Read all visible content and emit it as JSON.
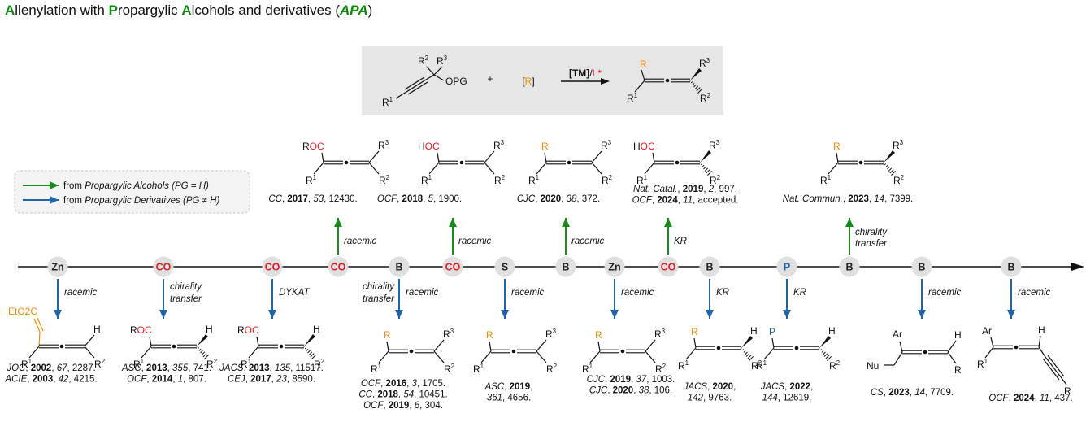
{
  "title": {
    "parts": [
      {
        "text": "A",
        "style": "g"
      },
      {
        "text": "llenylation with ",
        "style": ""
      },
      {
        "text": "P",
        "style": "g"
      },
      {
        "text": "ropargylic ",
        "style": ""
      },
      {
        "text": "A",
        "style": "g"
      },
      {
        "text": "lcohols and derivatives (",
        "style": ""
      },
      {
        "text": "APA",
        "style": "gi"
      },
      {
        "text": ")",
        "style": ""
      }
    ]
  },
  "scheme": {
    "opg": "OPG",
    "plus": "+",
    "reagent": "R",
    "cond_tm": "[TM]",
    "cond_sep": "/",
    "cond_l": "L*"
  },
  "legend": [
    {
      "prefix": "from ",
      "italic": "Propargylic Alcohols (PG = H)",
      "color": "#1a8a1a"
    },
    {
      "prefix": "from ",
      "italic": "Propargylic Derivatives (PG ≠ H)",
      "color": "#1f63a8"
    }
  ],
  "colors": {
    "green": "#1a8a1a",
    "blue": "#1f63a8",
    "orange": "#e8900a",
    "red": "#d8232a",
    "node": "#e0e0e0",
    "scheme_bg": "#e6e6e6"
  },
  "timeline": {
    "nodes": [
      {
        "label": "Zn",
        "color": "#222"
      },
      {
        "label": "CO",
        "color": "#d8232a"
      },
      {
        "label": "CO",
        "color": "#d8232a"
      },
      {
        "label": "CO",
        "color": "#d8232a"
      },
      {
        "label": "B",
        "color": "#222"
      },
      {
        "label": "CO",
        "color": "#d8232a"
      },
      {
        "label": "S",
        "color": "#222"
      },
      {
        "label": "B",
        "color": "#222"
      },
      {
        "label": "Zn",
        "color": "#222"
      },
      {
        "label": "CO",
        "color": "#d8232a"
      },
      {
        "label": "B",
        "color": "#222"
      },
      {
        "label": "P",
        "color": "#1f63a8"
      },
      {
        "label": "B",
        "color": "#222"
      },
      {
        "label": "B",
        "color": "#222"
      },
      {
        "label": "B",
        "color": "#222"
      }
    ]
  },
  "top_arrows": [
    {
      "label1": "racemic",
      "label2": ""
    },
    {
      "label1": "racemic",
      "label2": ""
    },
    {
      "label1": "racemic",
      "label2": ""
    },
    {
      "label1": "KR",
      "label2": ""
    },
    {
      "label1": "chirality",
      "label2": "transfer"
    }
  ],
  "bottom_arrows": [
    {
      "label1": "racemic",
      "label2": ""
    },
    {
      "label1": "chirality",
      "label2": "transfer"
    },
    {
      "label1": "DYKAT",
      "label2": ""
    },
    {
      "label1": "racemic",
      "label2": "",
      "extra1": "chirality",
      "extra2": "transfer"
    },
    {
      "label1": "racemic",
      "label2": ""
    },
    {
      "label1": "racemic",
      "label2": ""
    },
    {
      "label1": "KR",
      "label2": ""
    },
    {
      "label1": "KR",
      "label2": ""
    },
    {
      "label1": "racemic",
      "label2": ""
    },
    {
      "label1": "racemic",
      "label2": ""
    }
  ],
  "top_products": [
    {
      "group": "ROOC",
      "groupColor": "red"
    },
    {
      "group": "HOOC",
      "groupColor": "red"
    },
    {
      "group": "R",
      "groupColor": "orange"
    },
    {
      "group": "HOOC",
      "groupColor": "red"
    },
    {
      "group": "R",
      "groupColor": "orange"
    }
  ],
  "top_refs": [
    {
      "lines": [
        [
          [
            "i",
            "CC"
          ],
          [
            "n",
            ", "
          ],
          [
            "b",
            "2017"
          ],
          [
            "n",
            ", "
          ],
          [
            "i",
            "53"
          ],
          [
            "n",
            ", 12430."
          ]
        ]
      ]
    },
    {
      "lines": [
        [
          [
            "i",
            "OCF"
          ],
          [
            "n",
            ", "
          ],
          [
            "b",
            "2018"
          ],
          [
            "n",
            ", "
          ],
          [
            "i",
            "5"
          ],
          [
            "n",
            ", 1900."
          ]
        ]
      ]
    },
    {
      "lines": [
        [
          [
            "i",
            "CJC"
          ],
          [
            "n",
            ", "
          ],
          [
            "b",
            "2020"
          ],
          [
            "n",
            ", "
          ],
          [
            "i",
            "38"
          ],
          [
            "n",
            ", 372."
          ]
        ]
      ]
    },
    {
      "lines": [
        [
          [
            "i",
            "Nat. Catal."
          ],
          [
            "n",
            ", "
          ],
          [
            "b",
            "2019"
          ],
          [
            "n",
            ", "
          ],
          [
            "i",
            "2"
          ],
          [
            "n",
            ", 997."
          ]
        ],
        [
          [
            "i",
            "OCF"
          ],
          [
            "n",
            ", "
          ],
          [
            "b",
            "2024"
          ],
          [
            "n",
            ", "
          ],
          [
            "i",
            "11"
          ],
          [
            "n",
            ", accepted."
          ]
        ]
      ]
    },
    {
      "lines": [
        [
          [
            "i",
            "Nat. Commun."
          ],
          [
            "n",
            ", "
          ],
          [
            "b",
            "2023"
          ],
          [
            "n",
            ", "
          ],
          [
            "i",
            "14"
          ],
          [
            "n",
            ", 7399."
          ]
        ]
      ]
    }
  ],
  "bottom_products": [
    {
      "group": "EtO2C",
      "groupColor": "orange"
    },
    {
      "group": "ROOC",
      "groupColor": "red"
    },
    {
      "group": "ROOC",
      "groupColor": "red"
    },
    {
      "group": "R",
      "groupColor": "orange"
    },
    {
      "group": "R",
      "groupColor": "orange"
    },
    {
      "group": "R",
      "groupColor": "orange"
    },
    {
      "group": "R",
      "groupColor": "orange"
    },
    {
      "group": "P",
      "groupColor": "blue"
    },
    {
      "group": "Ar",
      "groupColor": "black"
    },
    {
      "group": "Ar",
      "groupColor": "black"
    }
  ],
  "bottom_refs": [
    {
      "lines": [
        [
          [
            "i",
            "JOC"
          ],
          [
            "n",
            ", "
          ],
          [
            "b",
            "2002"
          ],
          [
            "n",
            ", "
          ],
          [
            "i",
            "67"
          ],
          [
            "n",
            ", 2287."
          ]
        ],
        [
          [
            "i",
            "ACIE"
          ],
          [
            "n",
            ", "
          ],
          [
            "b",
            "2003"
          ],
          [
            "n",
            ", "
          ],
          [
            "i",
            "42"
          ],
          [
            "n",
            ", 4215."
          ]
        ]
      ]
    },
    {
      "lines": [
        [
          [
            "i",
            "ASC"
          ],
          [
            "n",
            ", "
          ],
          [
            "b",
            "2013"
          ],
          [
            "n",
            ", "
          ],
          [
            "i",
            "355"
          ],
          [
            "n",
            ", 741."
          ]
        ],
        [
          [
            "i",
            "OCF"
          ],
          [
            "n",
            ", "
          ],
          [
            "b",
            "2014"
          ],
          [
            "n",
            ", "
          ],
          [
            "i",
            "1"
          ],
          [
            "n",
            ", 807."
          ]
        ]
      ]
    },
    {
      "lines": [
        [
          [
            "i",
            "JACS"
          ],
          [
            "n",
            ", "
          ],
          [
            "b",
            "2013"
          ],
          [
            "n",
            ", "
          ],
          [
            "i",
            "135"
          ],
          [
            "n",
            ", 11517."
          ]
        ],
        [
          [
            "i",
            "CEJ"
          ],
          [
            "n",
            ", "
          ],
          [
            "b",
            "2017"
          ],
          [
            "n",
            ", "
          ],
          [
            "i",
            "23"
          ],
          [
            "n",
            ", 8590."
          ]
        ]
      ]
    },
    {
      "lines": [
        [
          [
            "i",
            "OCF"
          ],
          [
            "n",
            ", "
          ],
          [
            "b",
            "2016"
          ],
          [
            "n",
            ", "
          ],
          [
            "i",
            "3"
          ],
          [
            "n",
            ", 1705."
          ]
        ],
        [
          [
            "i",
            "CC"
          ],
          [
            "n",
            ", "
          ],
          [
            "b",
            "2018"
          ],
          [
            "n",
            ", "
          ],
          [
            "i",
            "54"
          ],
          [
            "n",
            ", 10451."
          ]
        ],
        [
          [
            "i",
            "OCF"
          ],
          [
            "n",
            ", "
          ],
          [
            "b",
            "2019"
          ],
          [
            "n",
            ", "
          ],
          [
            "i",
            "6"
          ],
          [
            "n",
            ", 304."
          ]
        ]
      ]
    },
    {
      "lines": [
        [
          [
            "i",
            "ASC"
          ],
          [
            "n",
            ", "
          ],
          [
            "b",
            "2019"
          ],
          [
            "n",
            ","
          ]
        ],
        [
          [
            "i",
            "361"
          ],
          [
            "n",
            ", 4656."
          ]
        ]
      ]
    },
    {
      "lines": [
        [
          [
            "i",
            "CJC"
          ],
          [
            "n",
            ", "
          ],
          [
            "b",
            "2019"
          ],
          [
            "n",
            ", "
          ],
          [
            "i",
            "37"
          ],
          [
            "n",
            ", 1003."
          ]
        ],
        [
          [
            "i",
            "CJC"
          ],
          [
            "n",
            ", "
          ],
          [
            "b",
            "2020"
          ],
          [
            "n",
            ", "
          ],
          [
            "i",
            "38"
          ],
          [
            "n",
            ", 106."
          ]
        ]
      ]
    },
    {
      "lines": [
        [
          [
            "i",
            "JACS"
          ],
          [
            "n",
            ", "
          ],
          [
            "b",
            "2020"
          ],
          [
            "n",
            ","
          ]
        ],
        [
          [
            "i",
            "142"
          ],
          [
            "n",
            ", 9763."
          ]
        ]
      ]
    },
    {
      "lines": [
        [
          [
            "i",
            "JACS"
          ],
          [
            "n",
            ", "
          ],
          [
            "b",
            "2022"
          ],
          [
            "n",
            ","
          ]
        ],
        [
          [
            "i",
            "144"
          ],
          [
            "n",
            ", 12619."
          ]
        ]
      ]
    },
    {
      "lines": [
        [
          [
            "i",
            "CS"
          ],
          [
            "n",
            ", "
          ],
          [
            "b",
            "2023"
          ],
          [
            "n",
            ", "
          ],
          [
            "i",
            "14"
          ],
          [
            "n",
            ", 7709."
          ]
        ]
      ]
    },
    {
      "lines": [
        [
          [
            "i",
            "OCF"
          ],
          [
            "n",
            ", "
          ],
          [
            "b",
            "2024"
          ],
          [
            "n",
            ", "
          ],
          [
            "i",
            "11"
          ],
          [
            "n",
            ", 437."
          ]
        ]
      ]
    }
  ]
}
